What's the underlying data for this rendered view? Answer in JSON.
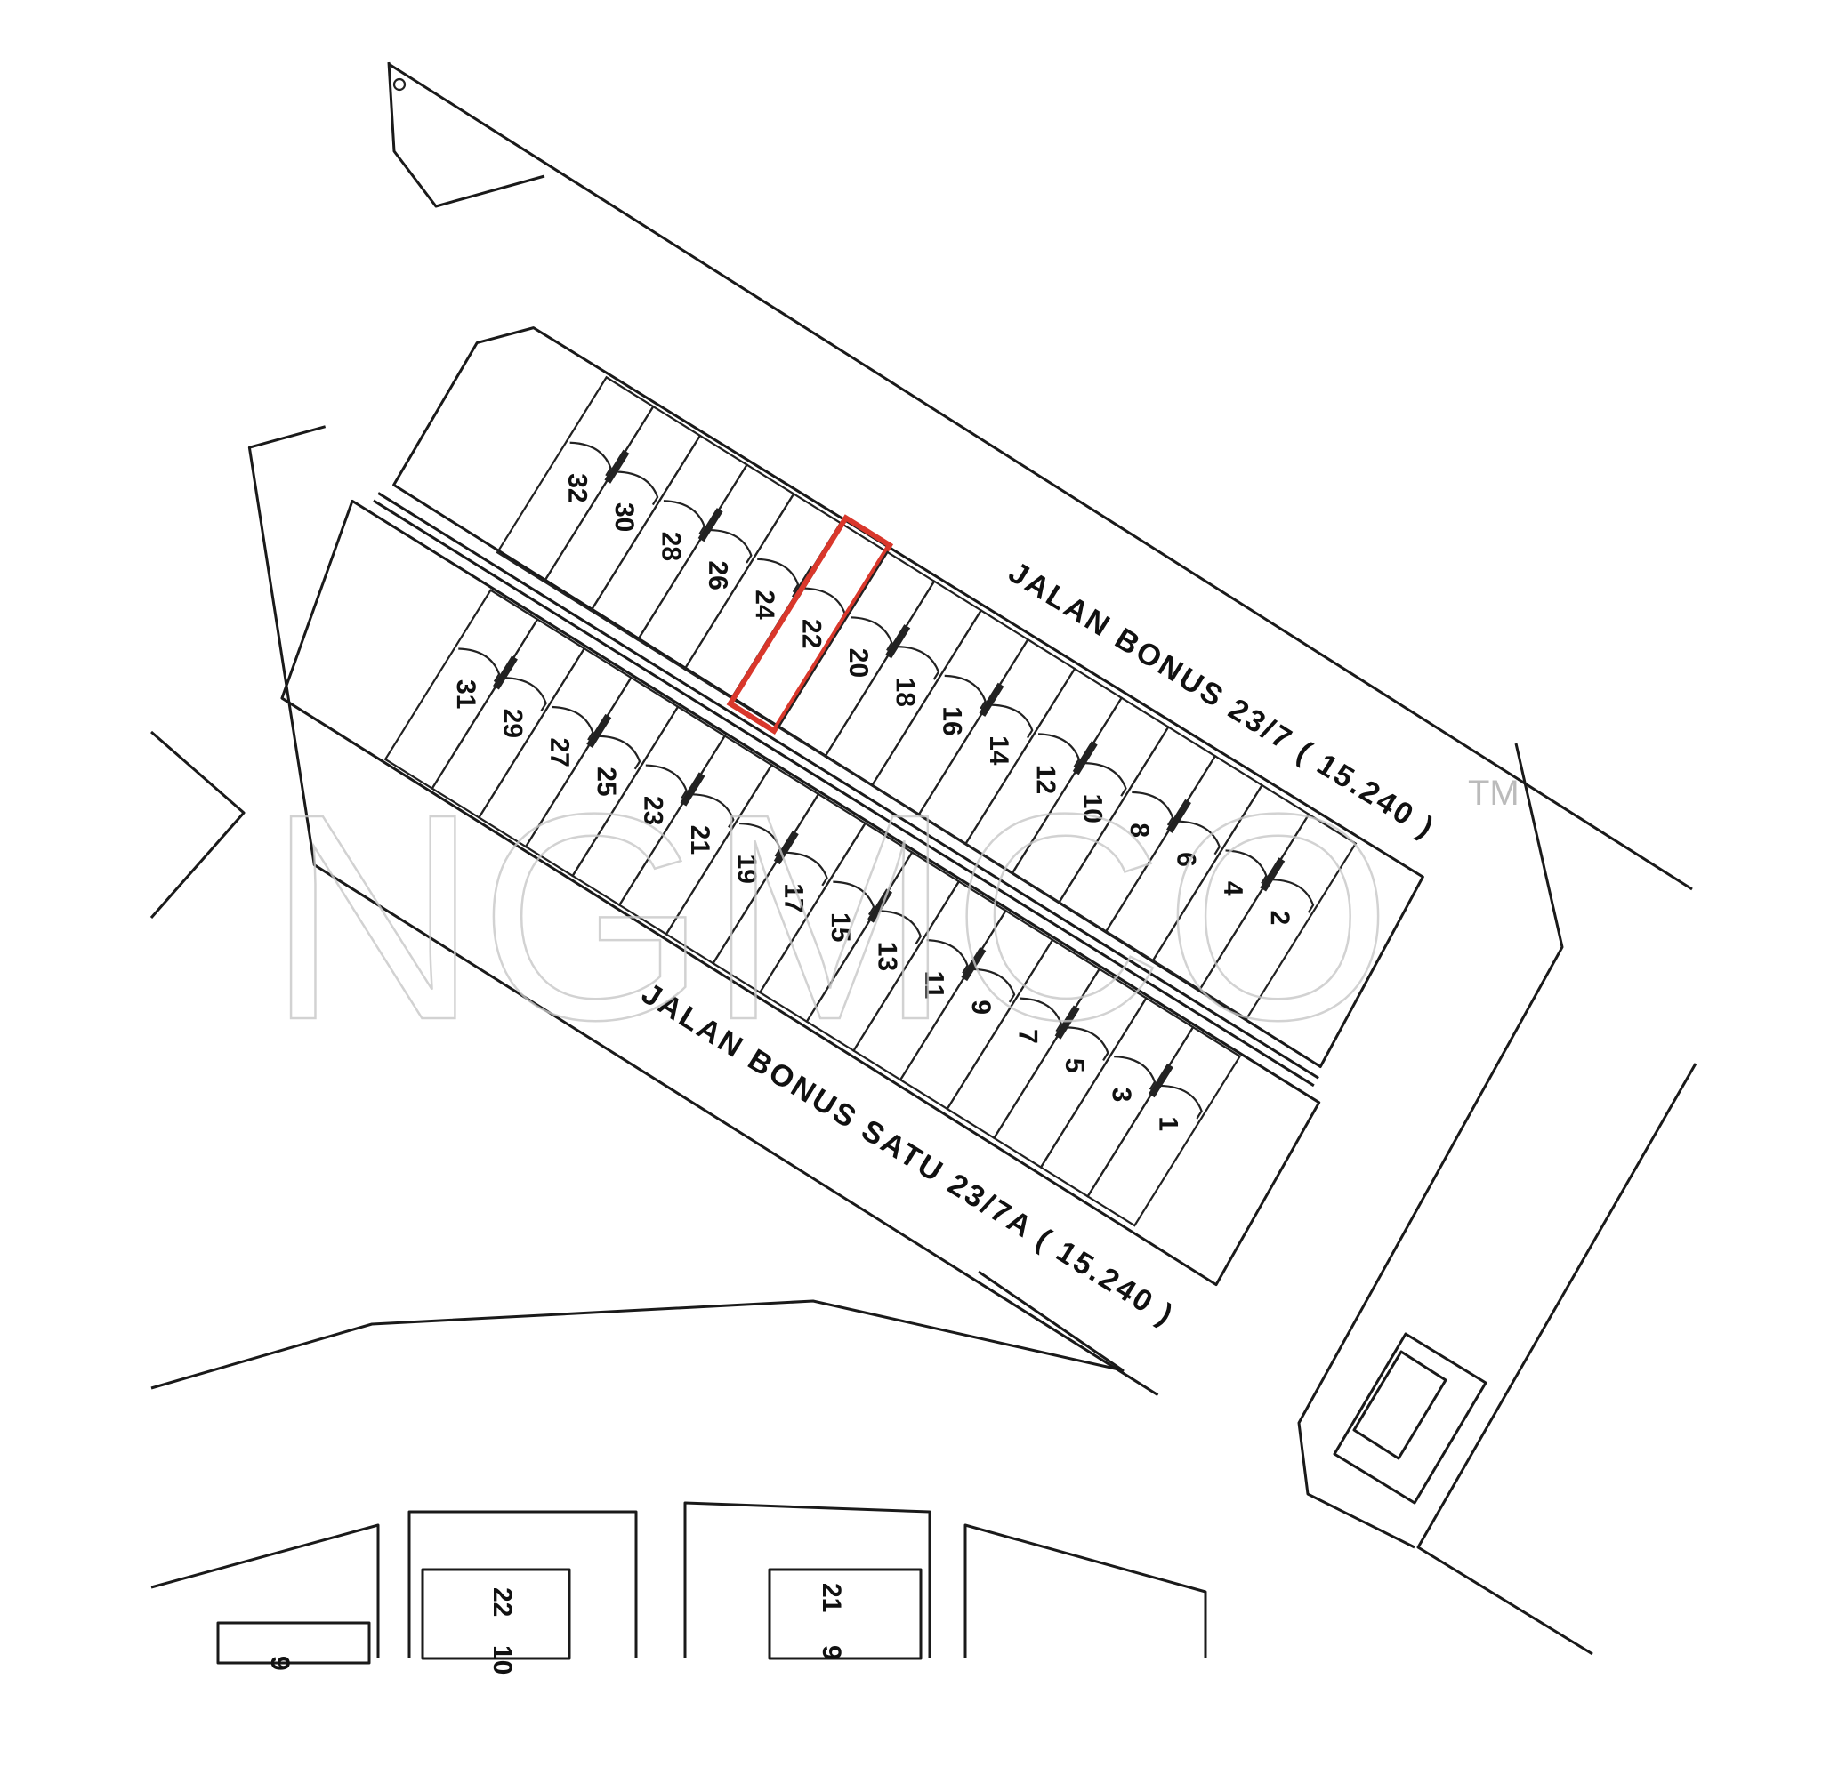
{
  "map": {
    "roads": {
      "north": "JALAN BONUS 23/7 ( 15.240 )",
      "south": "JALAN BONUS SATU 23/7A ( 15.240 )"
    },
    "north_row_lots": [
      "32",
      "30",
      "28",
      "26",
      "24",
      "22",
      "20",
      "18",
      "16",
      "14",
      "12",
      "10",
      "8",
      "6",
      "4",
      "2"
    ],
    "south_row_lots": [
      "31",
      "29",
      "27",
      "25",
      "23",
      "21",
      "19",
      "17",
      "15",
      "13",
      "11",
      "9",
      "7",
      "5",
      "3",
      "1"
    ],
    "highlighted_lot": "22",
    "highlight_color": "#d9372b",
    "bottom_lots": [
      "9",
      "22",
      "10",
      "21",
      "9"
    ],
    "watermark": "NGMCO",
    "watermark_tm": "TM"
  }
}
